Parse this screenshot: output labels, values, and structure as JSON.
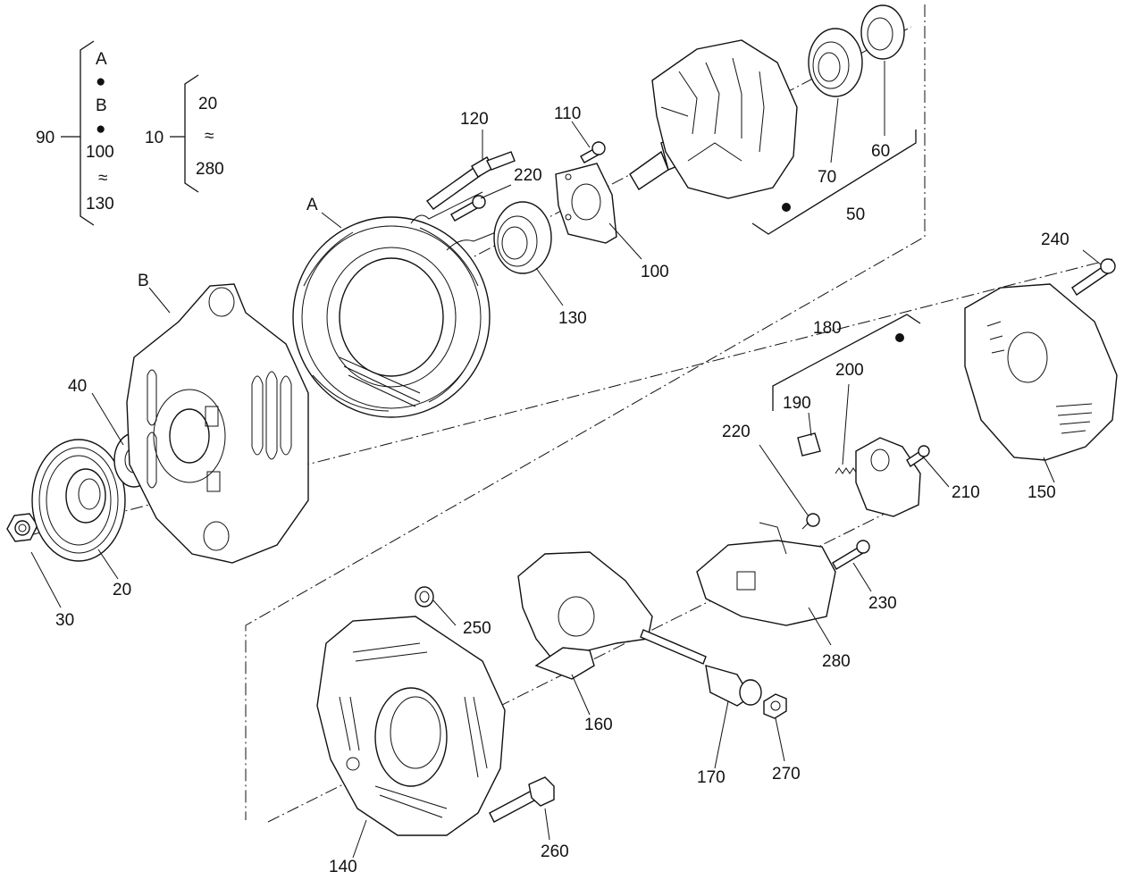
{
  "legend": {
    "group_90": {
      "number": "90",
      "items": [
        "A",
        "●",
        "B",
        "●",
        "100",
        "≈",
        "130"
      ]
    },
    "group_10": {
      "number": "10",
      "items": [
        "20",
        "≈",
        "280"
      ]
    }
  },
  "parts": {
    "p20": "20",
    "p30": "30",
    "p40": "40",
    "p50": "50",
    "p60": "60",
    "p70": "70",
    "p100": "100",
    "p110": "110",
    "p120": "120",
    "p130": "130",
    "p140": "140",
    "p150": "150",
    "p160": "160",
    "p170": "170",
    "p180": "180",
    "p190": "190",
    "p200": "200",
    "p210": "210",
    "p220a": "220",
    "p220b": "220",
    "p230": "230",
    "p240": "240",
    "p250": "250",
    "p260": "260",
    "p270": "270",
    "p280": "280",
    "pA": "A",
    "pB": "B"
  },
  "markers": {
    "dot_rotor": "●",
    "dot_brush": "●"
  }
}
